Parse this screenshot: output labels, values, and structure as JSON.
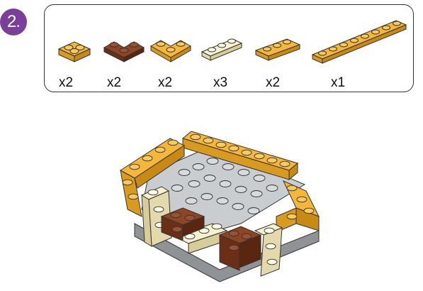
{
  "step": {
    "number": "2."
  },
  "parts": [
    {
      "name": "yellow-2x2-brick",
      "color": "#f5b73a",
      "count": "x2"
    },
    {
      "name": "brown-corner-plate",
      "color": "#7b3a1e",
      "count": "x2"
    },
    {
      "name": "yellow-corner-plate",
      "color": "#f5b73a",
      "count": "x2"
    },
    {
      "name": "tan-1x3-plate",
      "color": "#f7f1d0",
      "count": "x3"
    },
    {
      "name": "yellow-2x3-plate",
      "color": "#f5b73a",
      "count": "x2"
    },
    {
      "name": "yellow-1x8-plate",
      "color": "#f5b73a",
      "count": "x1"
    }
  ],
  "colors": {
    "yellow": "#f5b73a",
    "yellow_dark": "#c98a14",
    "brown": "#7b3a1e",
    "tan": "#f7f1d0",
    "gray": "#c9cdd0",
    "gray_dark": "#8f9396",
    "badge": "#7a3f98"
  }
}
